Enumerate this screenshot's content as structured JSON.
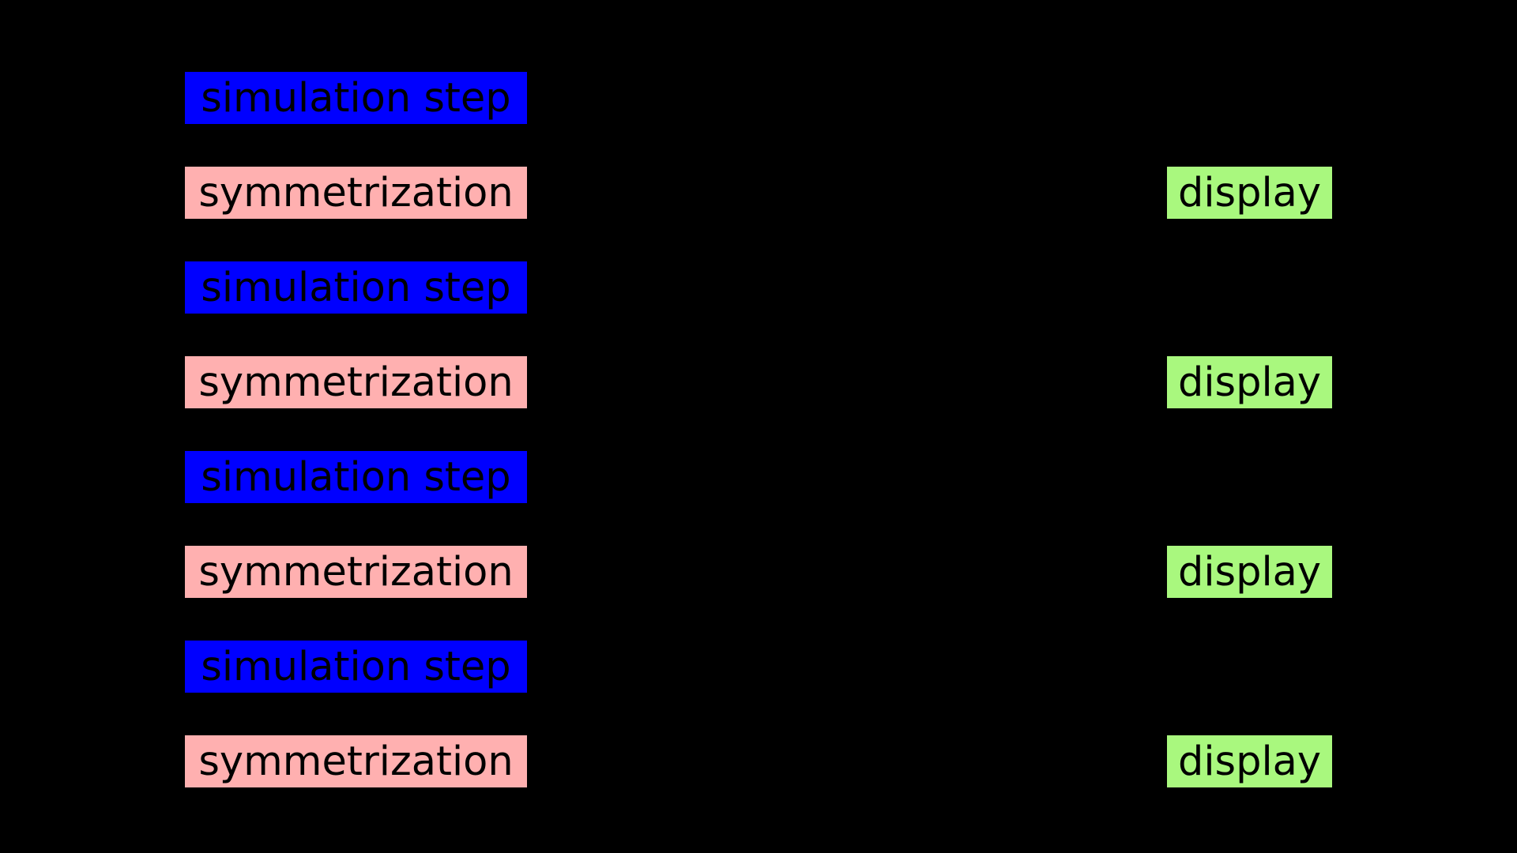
{
  "diagram": {
    "description": "pipeline timeline: repeated simulation step and symmetrization stages with display outputs",
    "colors": {
      "background": "#000000",
      "simulation": "#0000ff",
      "symmetrization": "#ffb0b0",
      "display": "#a9f87e",
      "text": "#000000"
    },
    "left_rows": [
      {
        "type": "simulation",
        "label": "simulation step"
      },
      {
        "type": "symmetrization",
        "label": "symmetrization"
      },
      {
        "type": "simulation",
        "label": "simulation step"
      },
      {
        "type": "symmetrization",
        "label": "symmetrization"
      },
      {
        "type": "simulation",
        "label": "simulation step"
      },
      {
        "type": "symmetrization",
        "label": "symmetrization"
      },
      {
        "type": "simulation",
        "label": "simulation step"
      },
      {
        "type": "symmetrization",
        "label": "symmetrization"
      }
    ],
    "right_rows": [
      {
        "type": "display",
        "label": "display"
      },
      {
        "type": "display",
        "label": "display"
      },
      {
        "type": "display",
        "label": "display"
      },
      {
        "type": "display",
        "label": "display"
      }
    ]
  }
}
